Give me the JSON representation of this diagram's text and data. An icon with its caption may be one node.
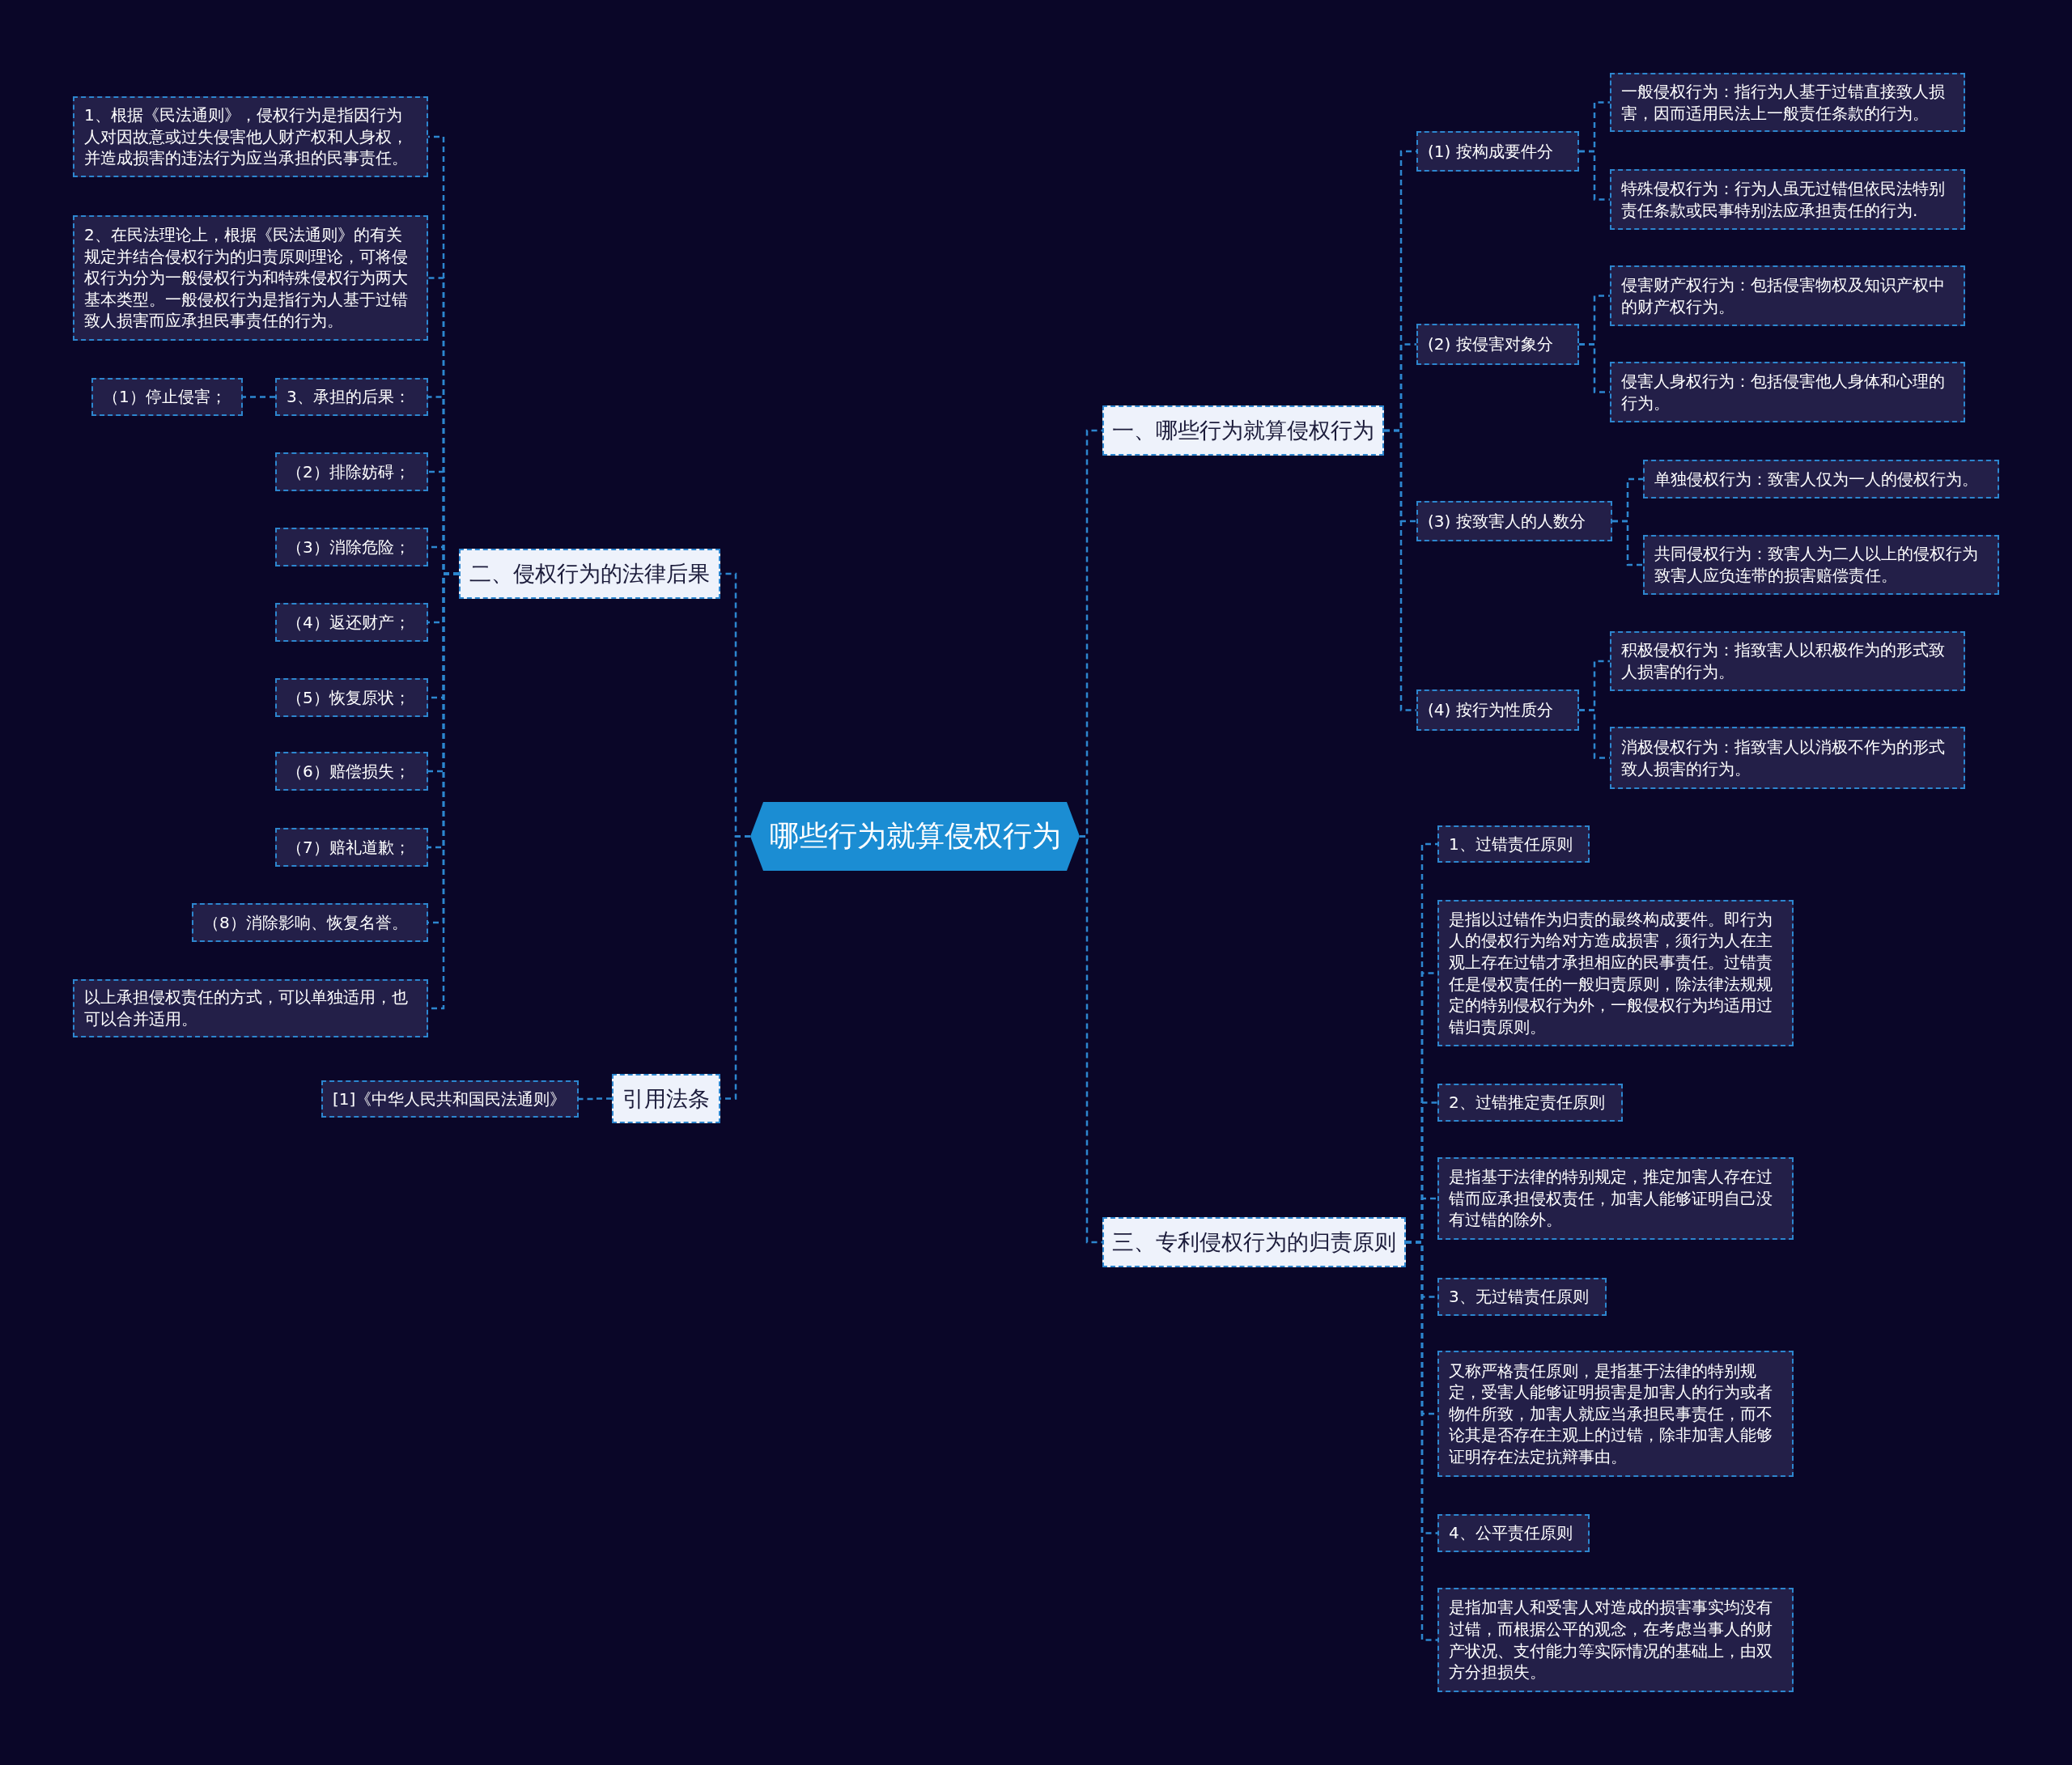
{
  "diagram": {
    "nodes": [
      {
        "text": [
          "哪些行为就算侵权行为"
        ]
      },
      {
        "text": [
          "一、哪些行为就算侵权行为"
        ]
      },
      {
        "text": [
          "(1) 按构成要件分"
        ]
      },
      {
        "text": [
          "一般侵权行为：指行为人基于过错直接致人损害，因而适用民法上一般责任条款的行为。"
        ]
      },
      {
        "text": [
          "特殊侵权行为：行为人虽无过错但依民法特别责任条款或民事特别法应承担责任的行为."
        ]
      },
      {
        "text": [
          "(2) 按侵害对象分"
        ]
      },
      {
        "text": [
          "侵害财产权行为：包括侵害物权及知识产权中的财产权行为。"
        ]
      },
      {
        "text": [
          "侵害人身权行为：包括侵害他人身体和心理的行为。"
        ]
      },
      {
        "text": [
          "(3) 按致害人的人数分"
        ]
      },
      {
        "text": [
          "单独侵权行为：致害人仅为一人的侵权行为。"
        ]
      },
      {
        "text": [
          "共同侵权行为：致害人为二人以上的侵权行为致害人应负连带的损害赔偿责任。"
        ]
      },
      {
        "text": [
          "(4) 按行为性质分"
        ]
      },
      {
        "text": [
          "积极侵权行为：指致害人以积极作为的形式致人损害的行为。"
        ]
      },
      {
        "text": [
          "消极侵权行为：指致害人以消极不作为的形式致人损害的行为。"
        ]
      },
      {
        "text": [
          "二、侵权行为的法律后果"
        ]
      },
      {
        "text": [
          "1、根据《民法通则》，侵权行为是指因行为人对因故意或过失侵害他人财产权和人身权，并造成损害的违法行为应当承担的民事责任。"
        ]
      },
      {
        "text": [
          "2、在民法理论上，根据《民法通则》的有关规定并结合侵权行为的归责原则理论，可将侵权行为分为一般侵权行为和特殊侵权行为两大基本类型。一般侵权行为是指行为人基于过错致人损害而应承担民事责任的行为。"
        ]
      },
      {
        "text": [
          "3、承担的后果："
        ]
      },
      {
        "text": [
          "（1）停止侵害；"
        ]
      },
      {
        "text": [
          "（2）排除妨碍；"
        ]
      },
      {
        "text": [
          "（3）消除危险；"
        ]
      },
      {
        "text": [
          "（4）返还财产；"
        ]
      },
      {
        "text": [
          "（5）恢复原状；"
        ]
      },
      {
        "text": [
          "（6）赔偿损失；"
        ]
      },
      {
        "text": [
          "（7）赔礼道歉；"
        ]
      },
      {
        "text": [
          "（8）消除影响、恢复名誉。"
        ]
      },
      {
        "text": [
          "以上承担侵权责任的方式，可以单独适用，也可以合并适用。"
        ]
      },
      {
        "text": [
          "引用法条"
        ]
      },
      {
        "text": [
          "[1]《中华人民共和国民法通则》"
        ]
      },
      {
        "text": [
          "三、专利侵权行为的归责原则"
        ]
      },
      {
        "text": [
          "1、过错责任原则"
        ]
      },
      {
        "text": [
          "是指以过错作为归责的最终构成要件。即行为人的侵权行为给对方造成损害，须行为人在主观上存在过错才承担相应的民事责任。过错责任是侵权责任的一般归责原则，除法律法规规定的特别侵权行为外，一般侵权行为均适用过错归责原则。"
        ]
      },
      {
        "text": [
          "2、过错推定责任原则"
        ]
      },
      {
        "text": [
          "是指基于法律的特别规定，推定加害人存在过错而应承担侵权责任，加害人能够证明自己没有过错的除外。"
        ]
      },
      {
        "text": [
          "3、无过错责任原则"
        ]
      },
      {
        "text": [
          "又称严格责任原则，是指基于法律的特别规定，受害人能够证明损害是加害人的行为或者物件所致，加害人就应当承担民事责任，而不论其是否存在主观上的过错，除非加害人能够证明存在法定抗辩事由。"
        ]
      },
      {
        "text": [
          "4、公平责任原则"
        ]
      },
      {
        "text": [
          "是指加害人和受害人对造成的损害事实均没有过错，而根据公平的观念，在考虑当事人的财产状况、支付能力等实际情况的基础上，由双方分担损失。"
        ]
      }
    ],
    "edges": [
      {
        "from": 0,
        "to": 1,
        "arrow": "none"
      },
      {
        "from": 0,
        "to": 14,
        "arrow": "none"
      },
      {
        "from": 0,
        "to": 27,
        "arrow": "none"
      },
      {
        "from": 0,
        "to": 29,
        "arrow": "none"
      },
      {
        "from": 1,
        "to": 2,
        "arrow": "none"
      },
      {
        "from": 1,
        "to": 5,
        "arrow": "none"
      },
      {
        "from": 1,
        "to": 8,
        "arrow": "none"
      },
      {
        "from": 1,
        "to": 11,
        "arrow": "none"
      },
      {
        "from": 2,
        "to": 3,
        "arrow": "none"
      },
      {
        "from": 2,
        "to": 4,
        "arrow": "none"
      },
      {
        "from": 5,
        "to": 6,
        "arrow": "none"
      },
      {
        "from": 5,
        "to": 7,
        "arrow": "none"
      },
      {
        "from": 8,
        "to": 9,
        "arrow": "none"
      },
      {
        "from": 8,
        "to": 10,
        "arrow": "none"
      },
      {
        "from": 11,
        "to": 12,
        "arrow": "none"
      },
      {
        "from": 11,
        "to": 13,
        "arrow": "none"
      },
      {
        "from": 14,
        "to": 15,
        "arrow": "none"
      },
      {
        "from": 14,
        "to": 16,
        "arrow": "none"
      },
      {
        "from": 14,
        "to": 17,
        "arrow": "none"
      },
      {
        "from": 17,
        "to": 18,
        "arrow": "none"
      },
      {
        "from": 14,
        "to": 19,
        "arrow": "none"
      },
      {
        "from": 14,
        "to": 20,
        "arrow": "none"
      },
      {
        "from": 14,
        "to": 21,
        "arrow": "none"
      },
      {
        "from": 14,
        "to": 22,
        "arrow": "none"
      },
      {
        "from": 14,
        "to": 23,
        "arrow": "none"
      },
      {
        "from": 14,
        "to": 24,
        "arrow": "none"
      },
      {
        "from": 14,
        "to": 25,
        "arrow": "none"
      },
      {
        "from": 14,
        "to": 26,
        "arrow": "none"
      },
      {
        "from": 27,
        "to": 28,
        "arrow": "none"
      },
      {
        "from": 29,
        "to": 30,
        "arrow": "none"
      },
      {
        "from": 29,
        "to": 31,
        "arrow": "none"
      },
      {
        "from": 29,
        "to": 32,
        "arrow": "none"
      },
      {
        "from": 29,
        "to": 33,
        "arrow": "none"
      },
      {
        "from": 29,
        "to": 34,
        "arrow": "none"
      },
      {
        "from": 29,
        "to": 35,
        "arrow": "none"
      },
      {
        "from": 29,
        "to": 36,
        "arrow": "none"
      },
      {
        "from": 29,
        "to": 37,
        "arrow": "none"
      }
    ]
  }
}
